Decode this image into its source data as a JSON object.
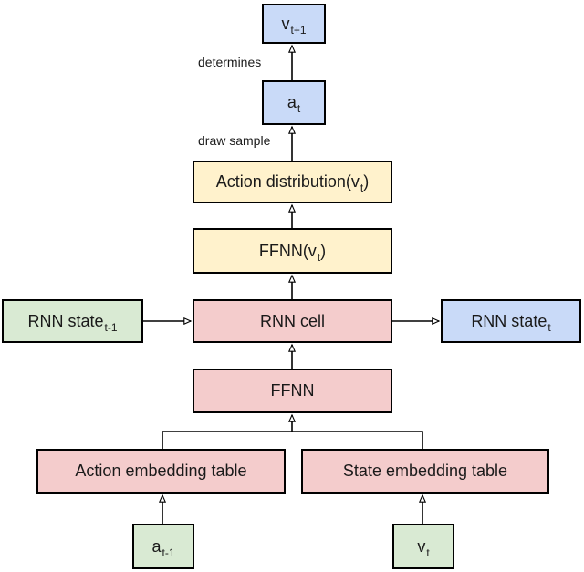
{
  "nodes": {
    "v_next": {
      "text": "v",
      "sub": "t+1"
    },
    "a_t": {
      "text": "a",
      "sub": "t"
    },
    "action_distribution": {
      "text": "Action distribution(v",
      "sub": "t",
      "suffix": ")"
    },
    "ffnn_v": {
      "text": "FFNN(v",
      "sub": "t",
      "suffix": ")"
    },
    "rnn_state_prev": {
      "text": "RNN state",
      "sub": "t-1"
    },
    "rnn_cell": {
      "text": "RNN cell"
    },
    "rnn_state_next": {
      "text": "RNN state",
      "sub": "t"
    },
    "ffnn": {
      "text": "FFNN"
    },
    "action_embedding": {
      "text": "Action embedding table"
    },
    "state_embedding": {
      "text": "State embedding table"
    },
    "a_prev": {
      "text": "a",
      "sub": "t-1"
    },
    "v_t": {
      "text": "v",
      "sub": "t"
    }
  },
  "edge_labels": {
    "determines": "determines",
    "draw_sample": "draw sample"
  },
  "colors": {
    "blue": "#c9daf8",
    "yellow": "#fff2cc",
    "pink": "#f4cccc",
    "green": "#d9ead3",
    "border": "#000000"
  }
}
